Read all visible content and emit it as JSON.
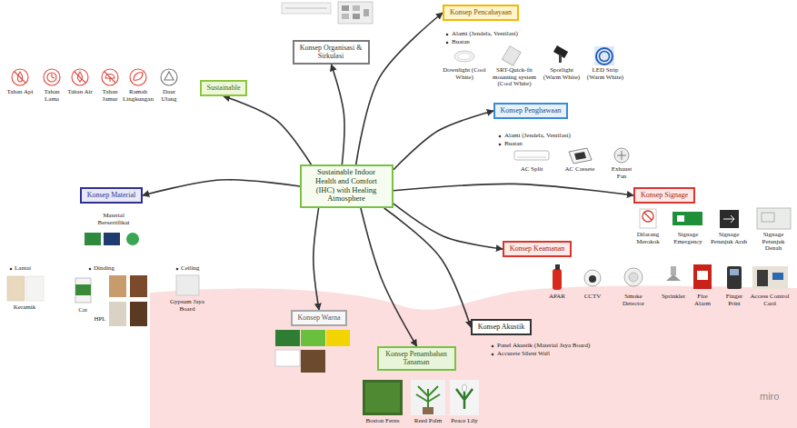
{
  "diagram": {
    "nodes": [
      {
        "text": [
          "Konsep Pencahayaan"
        ]
      },
      {
        "text": [
          "Konsep Organisasi & Sirkulasi"
        ]
      },
      {
        "text": [
          "Sustainable"
        ]
      },
      {
        "text": [
          "Konsep Penghawaan"
        ]
      },
      {
        "text": [
          "Sustainable Indoor Health and Comfort (IHC) with Healing Atmosphere"
        ]
      },
      {
        "text": [
          "Konsep Material"
        ]
      },
      {
        "text": [
          "Konsep Signage"
        ]
      },
      {
        "text": [
          "Konsep Keamanan"
        ]
      },
      {
        "text": [
          "Konsep Warna"
        ]
      },
      {
        "text": [
          "Konsep Akustik"
        ]
      },
      {
        "text": [
          "Konsep Penambahan Tanaman"
        ]
      }
    ],
    "edges": [
      {
        "from": 4,
        "to": 0,
        "arrow": "to"
      },
      {
        "from": 4,
        "to": 1,
        "arrow": "to"
      },
      {
        "from": 4,
        "to": 2,
        "arrow": "to"
      },
      {
        "from": 4,
        "to": 3,
        "arrow": "to"
      },
      {
        "from": 4,
        "to": 5,
        "arrow": "to"
      },
      {
        "from": 4,
        "to": 6,
        "arrow": "to"
      },
      {
        "from": 4,
        "to": 7,
        "arrow": "to"
      },
      {
        "from": 4,
        "to": 8,
        "arrow": "to"
      },
      {
        "from": 4,
        "to": 9,
        "arrow": "to"
      },
      {
        "from": 4,
        "to": 10,
        "arrow": "to"
      }
    ],
    "labels": [
      "Tahan Api",
      "Tahan Lama",
      "Tahan Air",
      "Tahan Jamur",
      "Ramah Lingkungan",
      "Daur Ulang",
      "Alami (Jendela, Ventilasi)",
      "Buatan",
      "Downlight (Cool White)",
      "SRT-Quick-fit mounting system (Cool White)",
      "Spotlight (Warm White)",
      "LED Strip (Warm White)",
      "Alami (Jendela, Ventilasi)",
      "Buatan",
      "AC Split",
      "AC Cassete",
      "Exhaust Fan",
      "Material Bersertifikat",
      "Lantai",
      "Keramik",
      "Dinding",
      "Cat",
      "HPL",
      "Ceiling",
      "Gypsum Jaya Board",
      "Dilarang Merokok",
      "Signage Emergency",
      "Signage Petunjuk Arah",
      "Signage Petunjuk Denah",
      "APAR",
      "CCTV",
      "Smoke Detector",
      "Sprinkler",
      "Fire Alarm",
      "Finger Print",
      "Access Control Card",
      "Panel Akustik (Material Jaya Board)",
      "Accurete Silent Wall",
      "Boston Ferns",
      "Reed Palm",
      "Peace Lily",
      "miro"
    ]
  }
}
